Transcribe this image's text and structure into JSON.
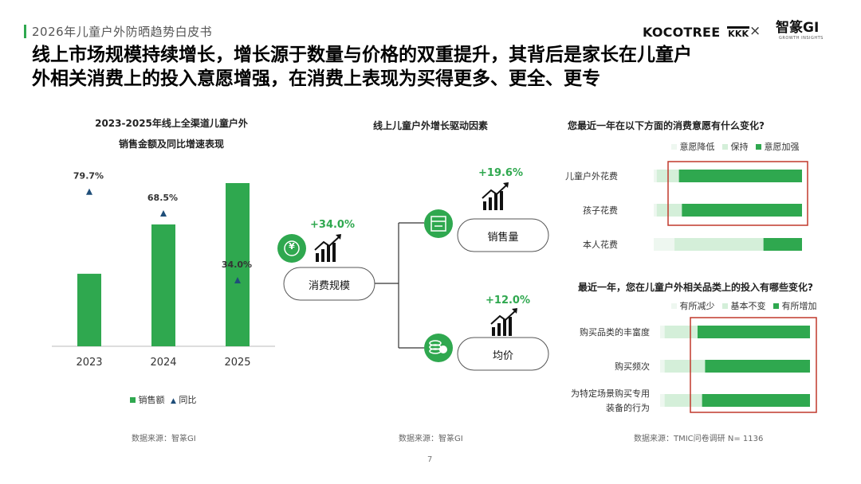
{
  "header": {
    "report_title": "2026年儿童户外防晒趋势白皮书",
    "headline_line1": "线上市场规模持续增长，增长源于数量与价格的双重提升，其背后是家长在儿童户",
    "headline_line2": "外相关消费上的投入意愿增强，在消费上表现为买得更多、更全、更专",
    "logo_kocotree": "KOCOTREE",
    "logo_kocotree_badge": "KKK",
    "logo_separator": "×",
    "logo_zhizuan": "智篆GI",
    "logo_zhizuan_sub": "GROWTH INSIGHTS"
  },
  "left_chart": {
    "title_line1": "2023-2025年线上全渠道儿童户外",
    "title_line2": "销售金额及同比增速表现",
    "legend_sales": "销售额",
    "legend_yoy": "同比",
    "source": "数据来源：智篆GI"
  },
  "middle": {
    "title": "线上儿童户外增长驱动因素",
    "root_label": "消费规模",
    "root_growth": "+34.0%",
    "branch1_label": "销售量",
    "branch1_growth": "+19.6%",
    "branch2_label": "均价",
    "branch2_growth": "+12.0%",
    "yuan_symbol": "¥",
    "source": "数据来源：智篆GI"
  },
  "right_top": {
    "title": "您最近一年在以下方面的消费意愿有什么变化?",
    "legend": [
      "意愿降低",
      "保持",
      "意愿加强"
    ]
  },
  "right_bottom": {
    "title": "最近一年，您在儿童户外相关品类上的投入有哪些变化?",
    "legend": [
      "有所减少",
      "基本不变",
      "有所增加"
    ],
    "source": "数据来源：TMIC问卷调研 N= 1136"
  },
  "page_number": "7",
  "colors": {
    "green": "#2fa84f",
    "light_green": "#d4efd9",
    "pale_green": "#eef7f0",
    "navy": "#1f4e79",
    "red_frame": "#c0392b"
  },
  "chart_data": [
    {
      "type": "bar",
      "categories": [
        "2023",
        "2024",
        "2025"
      ],
      "series": [
        {
          "name": "销售额",
          "values": [
            100,
            168,
            225
          ]
        },
        {
          "name": "同比",
          "values": [
            79.7,
            68.5,
            34.0
          ],
          "labels": [
            "79.7%",
            "68.5%",
            "34.0%"
          ]
        }
      ],
      "title": "2023-2025年线上全渠道儿童户外销售金额及同比增速表现",
      "xlabel": "",
      "ylabel": ""
    },
    {
      "type": "bar",
      "orientation": "horizontal",
      "stacked": true,
      "title": "您最近一年在以下方面的消费意愿有什么变化?",
      "categories": [
        "儿童户外花费",
        "孩子花费",
        "本人花费"
      ],
      "series": [
        {
          "name": "意愿降低",
          "values": [
            2,
            2,
            14
          ]
        },
        {
          "name": "保持",
          "values": [
            15,
            17,
            60
          ]
        },
        {
          "name": "意愿加强",
          "values": [
            83,
            81,
            26
          ]
        }
      ],
      "highlight": [
        "儿童户外花费",
        "孩子花费"
      ]
    },
    {
      "type": "bar",
      "orientation": "horizontal",
      "stacked": true,
      "title": "最近一年，您在儿童户外相关品类上的投入有哪些变化?",
      "categories": [
        "购买品类的丰富度",
        "购买频次",
        "为特定场景购买专用装备的行为"
      ],
      "category_lines": [
        [
          "购买品类的丰富度"
        ],
        [
          "购买频次"
        ],
        [
          "为特定场景购买专用",
          "装备的行为"
        ]
      ],
      "series": [
        {
          "name": "有所减少",
          "values": [
            3,
            3,
            3
          ]
        },
        {
          "name": "基本不变",
          "values": [
            22,
            27,
            25
          ]
        },
        {
          "name": "有所增加",
          "values": [
            75,
            70,
            72
          ]
        }
      ],
      "highlight": [
        "购买品类的丰富度",
        "购买频次",
        "为特定场景购买专用装备的行为"
      ]
    }
  ]
}
